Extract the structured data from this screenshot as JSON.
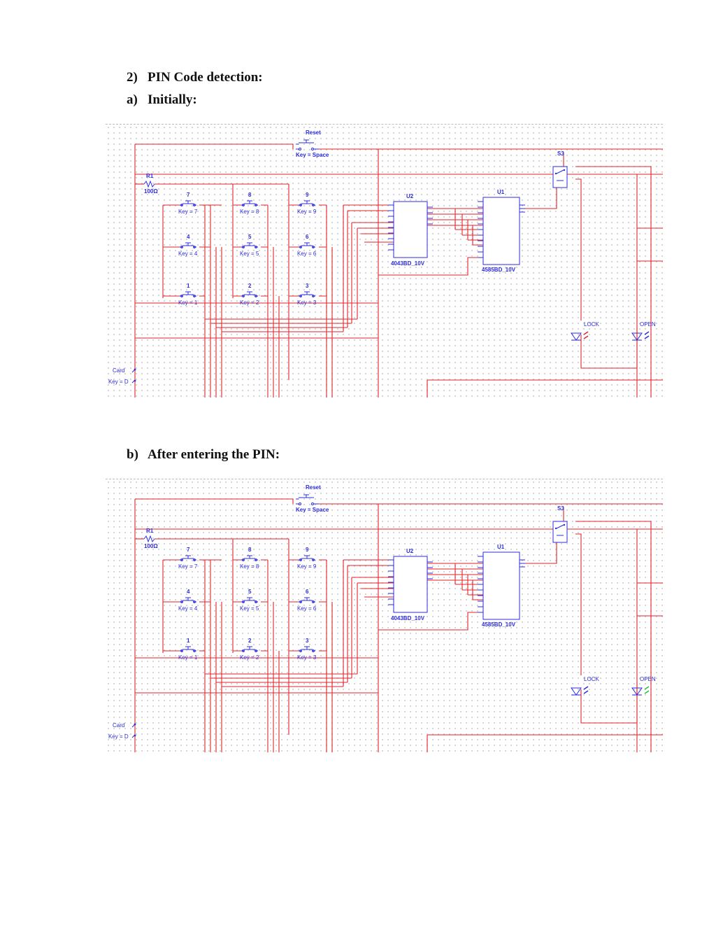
{
  "section": {
    "number": "2)",
    "title": "PIN Code detection:"
  },
  "parts": [
    {
      "letter": "a)",
      "title": "Initially:",
      "lock_led_color": "#e2252b",
      "open_led_color": "#2c2ce0"
    },
    {
      "letter": "b)",
      "title": "After entering the PIN:",
      "lock_led_color": "#2c2ce0",
      "open_led_color": "#22c23a"
    }
  ],
  "schematic": {
    "reset_label": "Reset",
    "reset_key": "Key = Space",
    "switch_label": "S3",
    "resistor_label": "R1",
    "resistor_value": "100Ω",
    "keys": [
      {
        "digit": "7",
        "key": "Key = 7"
      },
      {
        "digit": "8",
        "key": "Key = 8"
      },
      {
        "digit": "9",
        "key": "Key = 9"
      },
      {
        "digit": "4",
        "key": "Key = 4"
      },
      {
        "digit": "5",
        "key": "Key = 5"
      },
      {
        "digit": "6",
        "key": "Key = 6"
      },
      {
        "digit": "1",
        "key": "Key = 1"
      },
      {
        "digit": "2",
        "key": "Key = 2"
      },
      {
        "digit": "3",
        "key": "Key = 3"
      }
    ],
    "chip_u2": {
      "name": "U2",
      "part": "4043BD_10V"
    },
    "chip_u1": {
      "name": "U1",
      "part": "4585BD_10V"
    },
    "lock_label": "LOCK",
    "open_label": "OPEN",
    "card_label": "Card",
    "card_key": "Key = D",
    "colors": {
      "wire": "#e2252b",
      "component": "#2c2ce0"
    }
  }
}
